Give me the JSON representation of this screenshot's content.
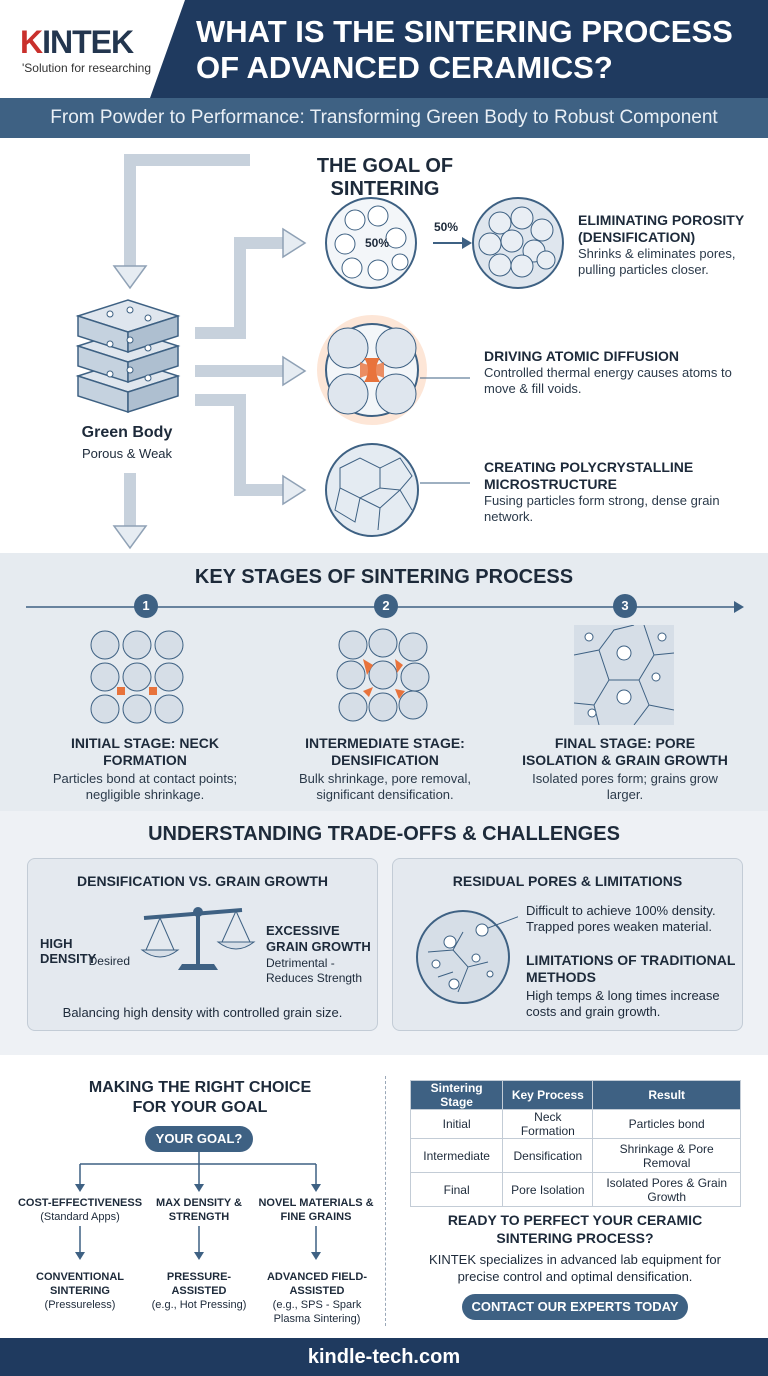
{
  "brand": {
    "name_k": "K",
    "name_rest": "INTEK",
    "tagline": "'Solution for researching"
  },
  "header": {
    "title": "WHAT IS THE SINTERING PROCESS OF ADVANCED CERAMICS?",
    "subtitle": "From Powder to Performance: Transforming Green Body to Robust Component"
  },
  "goal": {
    "title": "THE GOAL OF SINTERING",
    "green_body": {
      "label": "Green Body",
      "sub": "Porous & Weak"
    },
    "pct_left": "50%",
    "pct_arrow": "50%",
    "items": [
      {
        "title": "ELIMINATING POROSITY (DENSIFICATION)",
        "desc": "Shrinks & eliminates pores, pulling particles closer."
      },
      {
        "title": "DRIVING ATOMIC DIFFUSION",
        "desc": "Controlled thermal energy causes atoms to move & fill voids."
      },
      {
        "title": "CREATING POLYCRYSTALLINE MICROSTRUCTURE",
        "desc": "Fusing particles form strong, dense grain network."
      }
    ]
  },
  "stages": {
    "title": "KEY STAGES OF SINTERING PROCESS",
    "items": [
      {
        "num": "1",
        "title": "INITIAL STAGE: NECK FORMATION",
        "desc": "Particles bond at contact points; negligible shrinkage."
      },
      {
        "num": "2",
        "title": "INTERMEDIATE STAGE: DENSIFICATION",
        "desc": "Bulk shrinkage, pore removal, significant densification."
      },
      {
        "num": "3",
        "title": "FINAL STAGE: PORE ISOLATION & GRAIN GROWTH",
        "desc": "Isolated pores form; grains grow larger."
      }
    ]
  },
  "tradeoffs": {
    "title": "UNDERSTANDING TRADE-OFFS & CHALLENGES",
    "left": {
      "title": "DENSIFICATION VS. GRAIN GROWTH",
      "high_t": "HIGH DENSITY",
      "high_d": "Desired",
      "exc_t": "EXCESSIVE GRAIN GROWTH",
      "exc_d": "Detrimental - Reduces Strength",
      "footer": "Balancing high density with controlled grain size."
    },
    "right": {
      "title": "RESIDUAL PORES & LIMITATIONS",
      "pore_d": "Difficult to achieve 100% density. Trapped pores weaken material.",
      "lim_t": "LIMITATIONS OF TRADITIONAL METHODS",
      "lim_d": "High temps & long times increase costs and grain growth."
    }
  },
  "choice": {
    "title": "MAKING THE RIGHT CHOICE FOR YOUR GOAL",
    "pill": "YOUR GOAL?",
    "options": [
      {
        "goal_t": "COST-EFFECTIVENESS",
        "goal_s": "(Standard Apps)",
        "res_t": "CONVENTIONAL SINTERING",
        "res_s": "(Pressureless)"
      },
      {
        "goal_t": "MAX DENSITY & STRENGTH",
        "goal_s": "",
        "res_t": "PRESSURE-ASSISTED",
        "res_s": "(e.g., Hot Pressing)"
      },
      {
        "goal_t": "NOVEL MATERIALS & FINE GRAINS",
        "goal_s": "",
        "res_t": "ADVANCED FIELD-ASSISTED",
        "res_s": "(e.g., SPS - Spark Plasma Sintering)"
      }
    ]
  },
  "table": {
    "headers": [
      "Sintering Stage",
      "Key Process",
      "Result"
    ],
    "rows": [
      [
        "Initial",
        "Neck Formation",
        "Particles bond"
      ],
      [
        "Intermediate",
        "Densification",
        "Shrinkage & Pore Removal"
      ],
      [
        "Final",
        "Pore Isolation",
        "Isolated Pores & Grain Growth"
      ]
    ]
  },
  "cta": {
    "title": "READY TO PERFECT YOUR CERAMIC SINTERING PROCESS?",
    "desc": "KINTEK specializes in advanced lab equipment for precise control and optimal densification.",
    "button": "CONTACT OUR EXPERTS TODAY"
  },
  "footer": {
    "url": "kindle-tech.com"
  },
  "colors": {
    "navy": "#1f3a5f",
    "steel": "#3e6183",
    "accent": "#e8733c"
  }
}
